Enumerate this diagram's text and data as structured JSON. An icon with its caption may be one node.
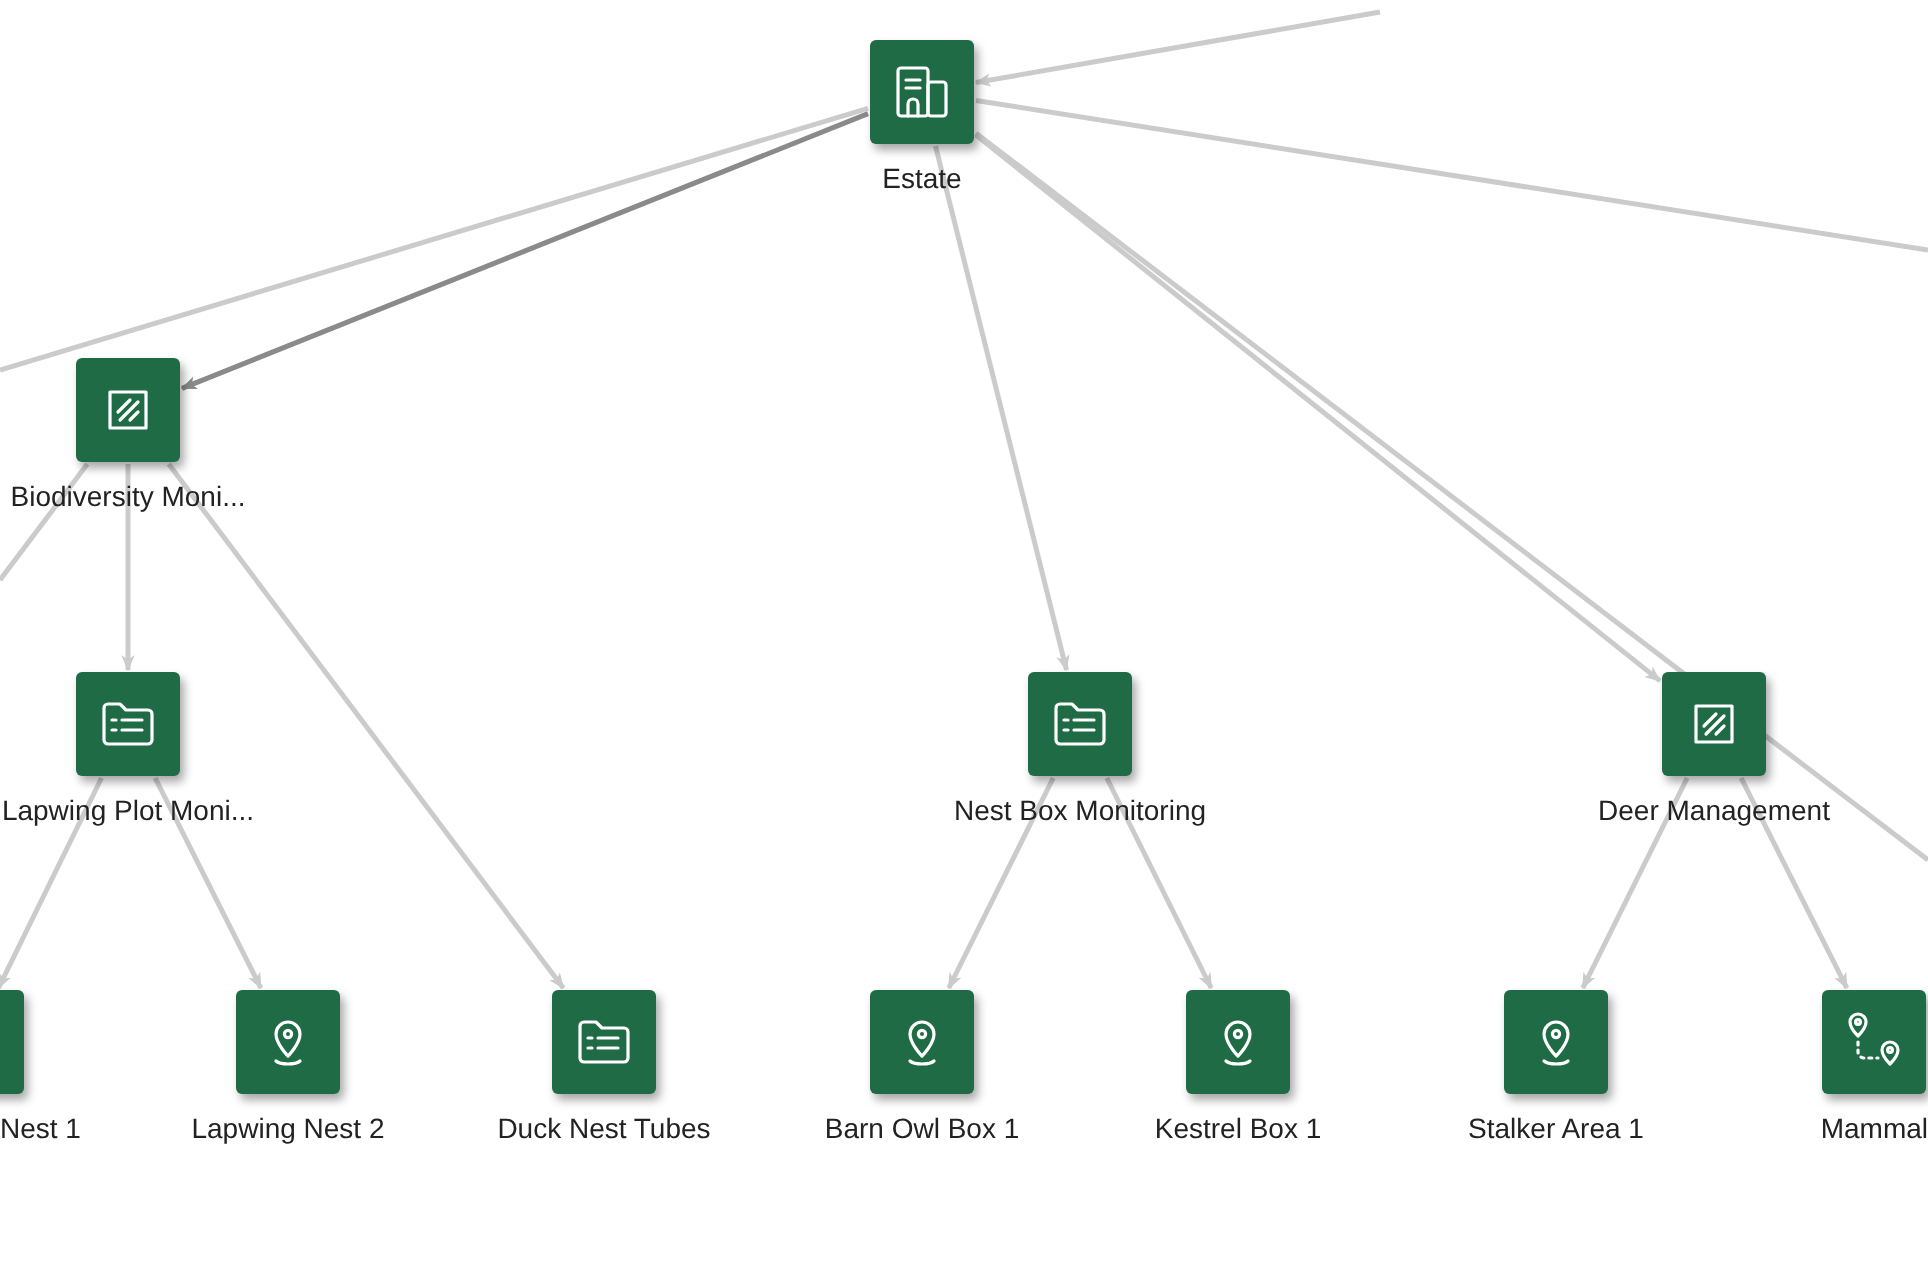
{
  "diagram": {
    "nodes": [
      {
        "text": [
          "Estate"
        ]
      },
      {
        "text": [
          "Biodiversity Moni..."
        ]
      },
      {
        "text": [
          "Lapwing Plot Moni..."
        ]
      },
      {
        "text": [
          "Nest Box Monitoring"
        ]
      },
      {
        "text": [
          "Deer Management"
        ]
      },
      {
        "text": [
          "Nest 1"
        ]
      },
      {
        "text": [
          "Lapwing Nest 2"
        ]
      },
      {
        "text": [
          "Duck Nest Tubes"
        ]
      },
      {
        "text": [
          "Barn Owl Box 1"
        ]
      },
      {
        "text": [
          "Kestrel Box 1"
        ]
      },
      {
        "text": [
          "Stalker Area 1"
        ]
      },
      {
        "text": [
          "Mammal"
        ]
      }
    ],
    "edges": [
      {
        "from": null,
        "to": 0,
        "arrow": "to"
      },
      {
        "from": 0,
        "to": 1,
        "arrow": "to",
        "color": "#8a8a8a"
      },
      {
        "from": 0,
        "to": null,
        "arrow": "none"
      },
      {
        "from": 0,
        "to": null,
        "arrow": "none"
      },
      {
        "from": 0,
        "to": 3,
        "arrow": "to"
      },
      {
        "from": 0,
        "to": 4,
        "arrow": "to"
      },
      {
        "from": 0,
        "to": null,
        "arrow": "none"
      },
      {
        "from": 1,
        "to": null,
        "arrow": "none"
      },
      {
        "from": 1,
        "to": 2,
        "arrow": "to"
      },
      {
        "from": 1,
        "to": 7,
        "arrow": "to"
      },
      {
        "from": 2,
        "to": 5,
        "arrow": "to"
      },
      {
        "from": 2,
        "to": 6,
        "arrow": "to"
      },
      {
        "from": 3,
        "to": 8,
        "arrow": "to"
      },
      {
        "from": 3,
        "to": 9,
        "arrow": "to"
      },
      {
        "from": 4,
        "to": 10,
        "arrow": "to"
      },
      {
        "from": 4,
        "to": 11,
        "arrow": "to"
      }
    ]
  }
}
